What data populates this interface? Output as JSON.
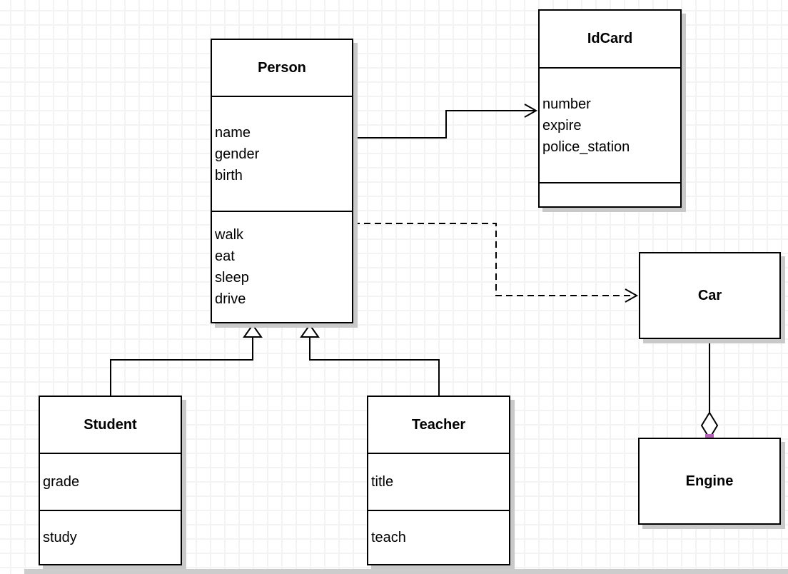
{
  "diagram": {
    "type": "uml-class-diagram",
    "classes": {
      "person": {
        "title": "Person",
        "attrs": [
          "name",
          "gender",
          "birth"
        ],
        "methods": [
          "walk",
          "eat",
          "sleep",
          "drive"
        ]
      },
      "idcard": {
        "title": "IdCard",
        "attrs": [
          "number",
          "expire",
          "police_station"
        ],
        "methods": []
      },
      "car": {
        "title": "Car",
        "attrs": [],
        "methods": []
      },
      "engine": {
        "title": "Engine",
        "attrs": [],
        "methods": []
      },
      "student": {
        "title": "Student",
        "attrs": [
          "grade"
        ],
        "methods": [
          "study"
        ]
      },
      "teacher": {
        "title": "Teacher",
        "attrs": [
          "title"
        ],
        "methods": [
          "teach"
        ]
      }
    },
    "relationships": [
      {
        "from": "Person",
        "to": "IdCard",
        "type": "association",
        "line": "solid",
        "arrow": "open-arrow"
      },
      {
        "from": "Person",
        "to": "Car",
        "type": "dependency",
        "line": "dashed",
        "arrow": "open-arrow"
      },
      {
        "from": "Student",
        "to": "Person",
        "type": "generalization",
        "line": "solid",
        "arrow": "hollow-triangle"
      },
      {
        "from": "Teacher",
        "to": "Person",
        "type": "generalization",
        "line": "solid",
        "arrow": "hollow-triangle"
      },
      {
        "from": "Car",
        "to": "Engine",
        "type": "aggregation",
        "line": "solid",
        "arrow": "hollow-diamond"
      }
    ],
    "colors": {
      "line": "#000000",
      "box_fill": "#ffffff",
      "shadow": "#c9c9c9",
      "grid": "#f3f3f3",
      "selection_handle": "#b164b4"
    }
  }
}
